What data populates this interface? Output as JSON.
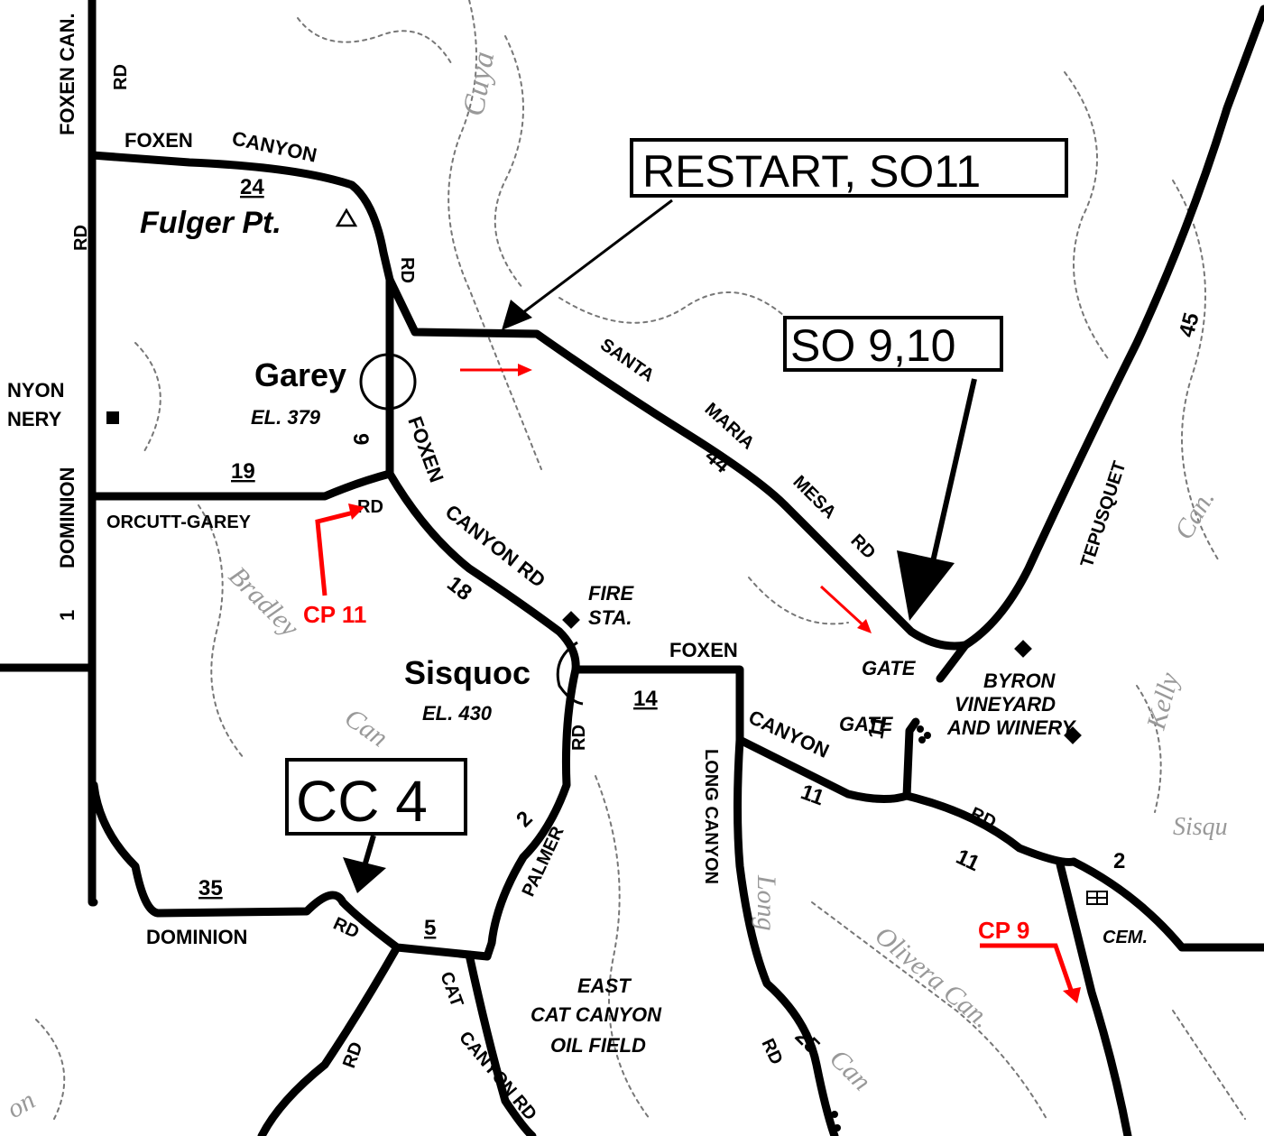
{
  "labels": {
    "foxen_can_rd_vertical": "FOXEN CAN.",
    "rd_top": "RD",
    "foxen": "FOXEN",
    "canyon_top": "CANYON",
    "route_24": "24",
    "fulger_pt": "Fulger Pt.",
    "rd_left_vert": "RD",
    "rd_center": "RD",
    "garey": "Garey",
    "garey_el": "EL. 379",
    "route_9": "9",
    "nyon": "NYON",
    "nery": "NERY",
    "route_19": "19",
    "orcutt_garey": "ORCUTT-GAREY",
    "rd_orcutt": "RD",
    "dominion_vert": "DOMINION",
    "route_1": "1",
    "foxen_canyon_rd_diag": "FOXEN",
    "canyon_rd_diag": "CANYON RD",
    "route_18": "18",
    "fire": "FIRE",
    "sta": "STA.",
    "sisquoc": "Sisquoc",
    "sisquoc_el": "EL. 430",
    "foxen_mid": "FOXEN",
    "route_14": "14",
    "rd_palmer": "RD",
    "palmer": "PALMER",
    "route_2_palmer": "2",
    "long_canyon": "LONG CANYON",
    "long_script": "Long",
    "canyon_mid": "CANYON",
    "route_11_a": "11",
    "route_11_b": "11",
    "route_11_c": "11",
    "rd_right": "RD",
    "santa": "SANTA",
    "maria": "MARIA",
    "mesa": "MESA",
    "rd_mesa": "RD",
    "route_44": "44",
    "route_45": "45",
    "tepusquet": "TEPUSQUET",
    "gate_1": "GATE",
    "gate_2": "GATE",
    "byron": "BYRON",
    "vineyard": "VINEYARD",
    "winery": "AND WINERY",
    "kelly": "Kelly",
    "can_right": "Can.",
    "sisq_right": "Sisqu",
    "route_2_right": "2",
    "cem": "CEM.",
    "olivera": "Olivera Can.",
    "route_35": "35",
    "dominion_bottom": "DOMINION",
    "rd_dom": "RD",
    "route_5": "5",
    "rd_bottom_left": "RD",
    "cat": "CAT",
    "canyon_rd_bottom": "CANYON RD",
    "east": "EAST",
    "cat_canyon": "CAT CANYON",
    "oil_field": "OIL FIELD",
    "rd_long": "RD",
    "route_25": "25",
    "can_bottom": "Can",
    "bradley": "Bradley",
    "can_left": "Can",
    "cuya": "Cuya",
    "on_bottom": "on"
  },
  "callouts": {
    "restart": "RESTART, SO11",
    "so910": "SO 9,10",
    "cc4": "CC 4"
  },
  "checkpoints": {
    "cp11": "CP 11",
    "cp9": "CP 9"
  },
  "colors": {
    "road": "#000000",
    "annotation": "#ff0000",
    "terrain": "#777777"
  }
}
